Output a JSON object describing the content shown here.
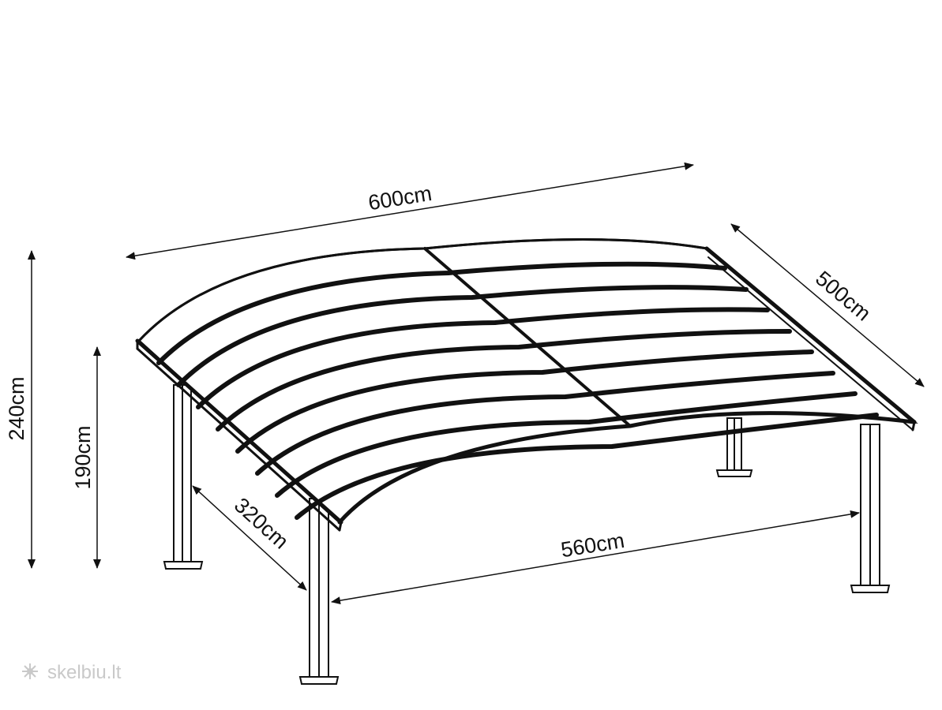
{
  "dimensions": {
    "roof_length": "600cm",
    "roof_width": "500cm",
    "total_height": "240cm",
    "clear_height": "190cm",
    "post_depth_spacing": "320cm",
    "post_length_spacing": "560cm"
  },
  "watermark": {
    "text": "skelbiu.lt",
    "icon": "snowflake-logo-icon"
  },
  "colors": {
    "line": "#111111",
    "background": "#ffffff",
    "watermark": "#c9c9c9"
  }
}
